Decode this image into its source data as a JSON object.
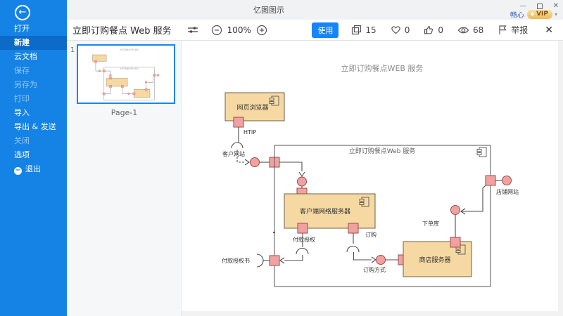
{
  "titlebar": {
    "app_title": "亿图图示",
    "account_name": "畅心",
    "vip_label": "VIP"
  },
  "icons": {
    "back_arrow": "←",
    "window_minimize": "—",
    "window_close": "✕",
    "toolbar_close": "✕",
    "dropdown_caret": "▾",
    "exit_glyph": "−",
    "vip_gem": "♦"
  },
  "sidebar": {
    "items": [
      {
        "label": "打开",
        "state": "normal"
      },
      {
        "label": "新建",
        "state": "active"
      },
      {
        "label": "云文档",
        "state": "normal"
      },
      {
        "label": "保存",
        "state": "disabled"
      },
      {
        "label": "另存为",
        "state": "disabled"
      },
      {
        "label": "打印",
        "state": "disabled"
      },
      {
        "label": "导入",
        "state": "normal"
      },
      {
        "label": "导出 & 发送",
        "state": "normal"
      },
      {
        "label": "关闭",
        "state": "disabled"
      },
      {
        "label": "选项",
        "state": "normal"
      },
      {
        "label": "退出",
        "state": "normal"
      }
    ]
  },
  "toolbar": {
    "doc_title": "立即订购餐点 Web 服务",
    "zoom_level": "100%",
    "use_button": "使用",
    "copies_count": "15",
    "favorites_count": "0",
    "likes_count": "0",
    "views_count": "68",
    "report_label": "举报"
  },
  "pages_panel": {
    "page_number": "1",
    "page_label": "Page-1"
  },
  "diagram": {
    "canvas_title": "立即订购餐点WEB 服务",
    "container_title": "立即订购餐点Web 服务",
    "nodes": {
      "web_browser": "网页浏览器",
      "client_web_server": "客户端网络服务器",
      "store_server": "商店服务器"
    },
    "labels": {
      "http": "HTIP",
      "customer_site": "客户网站",
      "payment_auth": "付款授权",
      "payment_auth_cert": "付款授权书",
      "order": "订购",
      "order_method": "订购方式",
      "place_order": "下单库",
      "store_site": "店铺网站"
    }
  },
  "colors": {
    "accent_blue": "#1684FC",
    "sidebar_blue": "#1583E6",
    "sidebar_active": "#0C6BC8",
    "node_fill": "#F6D9A2",
    "node_stroke": "#6F6048",
    "port_fill": "#F2A1A1",
    "port_stroke": "#9E4B4B",
    "line": "#4D4D4D",
    "vip_gold": "#EEB95A"
  }
}
